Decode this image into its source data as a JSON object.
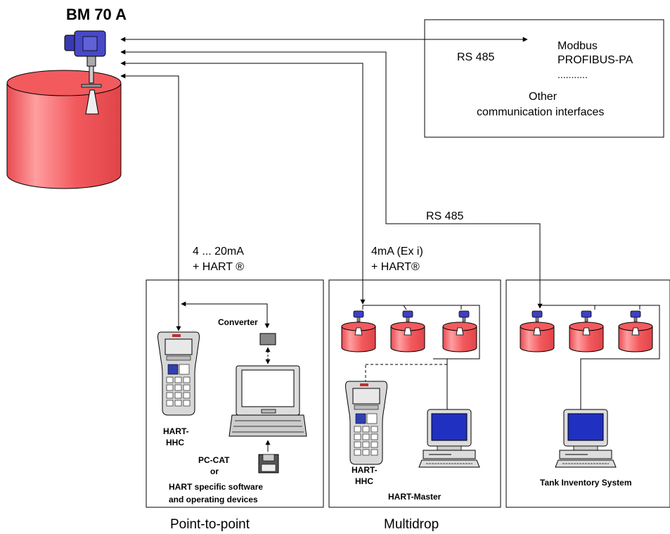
{
  "title": "BM 70 A",
  "remote_box": {
    "link_label": "RS 485",
    "protocols": [
      "Modbus",
      "PROFIBUS-PA",
      "..........."
    ],
    "other_line1": "Other",
    "other_line2": "communication interfaces"
  },
  "links": {
    "rs485": "RS 485",
    "p2p_line1": "4 ... 20mA",
    "p2p_line2": "+ HART ®",
    "multi_line1": "4mA (Ex i)",
    "multi_line2": "+ HART®"
  },
  "point_to_point": {
    "caption": "Point-to-point",
    "converter": "Converter",
    "hhc_line1": "HART-",
    "hhc_line2": "HHC",
    "pc_line1": "PC-CAT",
    "pc_line2": "or",
    "pc_line3": "HART specific software",
    "pc_line4": "and operating devices"
  },
  "multidrop": {
    "caption": "Multidrop",
    "hhc_line1": "HART-",
    "hhc_line2": "HHC",
    "master": "HART-Master"
  },
  "inventory": {
    "label": "Tank Inventory System"
  },
  "colors": {
    "tank_red": "#f25a5e",
    "tank_light": "#ff9a9c",
    "sensor_blue": "#4040c0",
    "screen_blue": "#2030c0",
    "line": "#000000"
  }
}
